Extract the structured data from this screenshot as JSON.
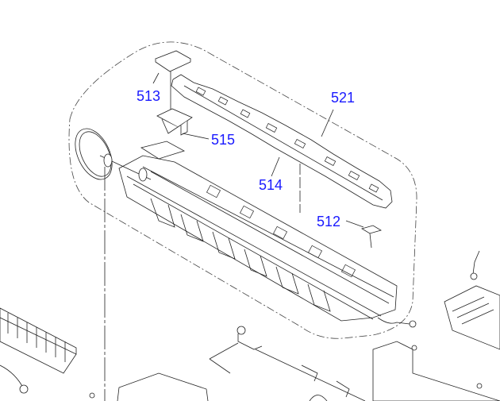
{
  "diagram": {
    "part_labels": [
      "513",
      "521",
      "515",
      "514",
      "512"
    ],
    "label_color": "#1a1aff",
    "line_color": "#222222"
  }
}
